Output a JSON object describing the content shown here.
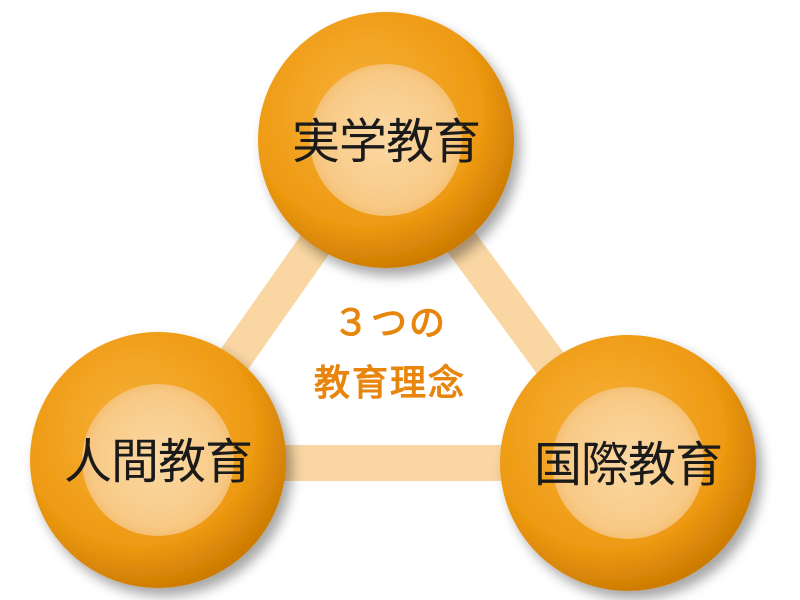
{
  "center": {
    "line1": "３つの",
    "line2": "教育理念"
  },
  "nodes": {
    "top": {
      "label": "実学教育"
    },
    "left": {
      "label": "人間教育"
    },
    "right": {
      "label": "国際教育"
    }
  },
  "colors": {
    "circle_outer": "#f0a020",
    "circle_outer_edge": "#b86a00",
    "circle_inner": "#f9cc8c",
    "connector": "#f9d6a2",
    "center_text": "#e8850d"
  }
}
